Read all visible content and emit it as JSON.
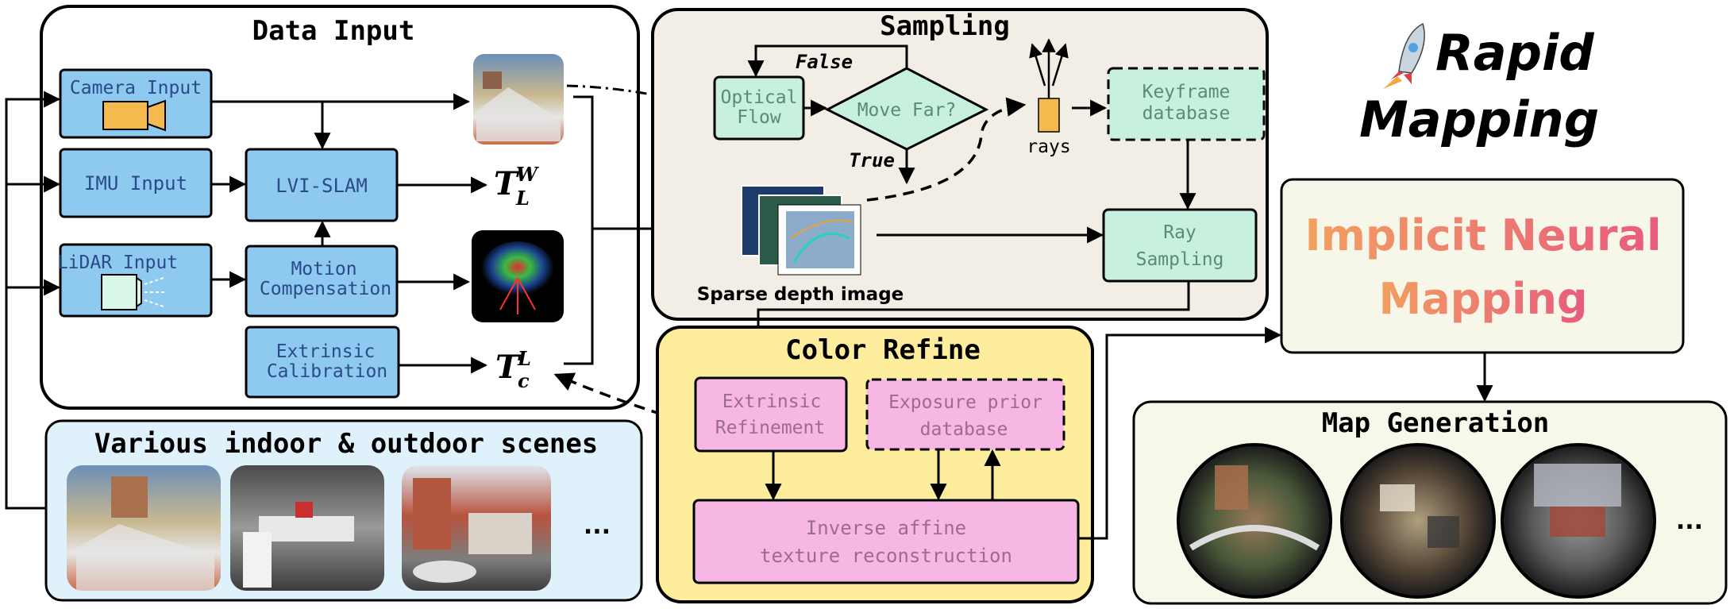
{
  "colors": {
    "blue_box": "#8ec9f0",
    "mint_box": "#c8f0df",
    "pink_box": "#f6b7e4",
    "sampling_panel": "#f2eee6",
    "color_panel": "#ffed9e",
    "scenes_panel": "#dff2fb",
    "neural_panel": "#f7f7e9",
    "map_panel": "#f7f7ea",
    "label_blue": "#2a4a8a",
    "label_green": "#5c8a74",
    "label_pink": "#9c6c8c",
    "gradient_start": "#f2a060",
    "gradient_end": "#e85a7e"
  },
  "data_input": {
    "title": "Data Input",
    "camera": "Camera Input",
    "imu": "IMU Input",
    "lidar": "LiDAR Input",
    "lvi_slam": "LVI-SLAM",
    "motion": [
      "Motion",
      "Compensation"
    ],
    "extrinsic": [
      "Extrinsic",
      "Calibration"
    ],
    "pose_wl": {
      "main": "T",
      "sup": "W",
      "sub": "L"
    },
    "pose_lc": {
      "main": "T",
      "sup": "L",
      "sub": "c"
    }
  },
  "sampling": {
    "title": "Sampling",
    "optical_flow": [
      "Optical",
      "Flow"
    ],
    "move_far": "Move Far?",
    "false_label": "False",
    "true_label": "True",
    "rays": "rays",
    "keyframe_db": [
      "Keyframe",
      "database"
    ],
    "ray_sampling": [
      "Ray",
      "Sampling"
    ],
    "sparse_depth": "Sparse depth image"
  },
  "color_refine": {
    "title": "Color Refine",
    "extrinsic_refinement": [
      "Extrinsic",
      "Refinement"
    ],
    "exposure_prior": [
      "Exposure prior",
      "database"
    ],
    "inverse_affine": [
      "Inverse affine",
      "texture reconstruction"
    ]
  },
  "scenes": {
    "title": "Various indoor & outdoor scenes",
    "ellipsis": "..."
  },
  "rapid_mapping": {
    "icon": "rocket-icon",
    "line1": "Rapid",
    "line2": "Mapping"
  },
  "implicit": {
    "line1": "Implicit Neural",
    "line2": "Mapping"
  },
  "map_generation": {
    "title": "Map Generation",
    "ellipsis": "..."
  }
}
